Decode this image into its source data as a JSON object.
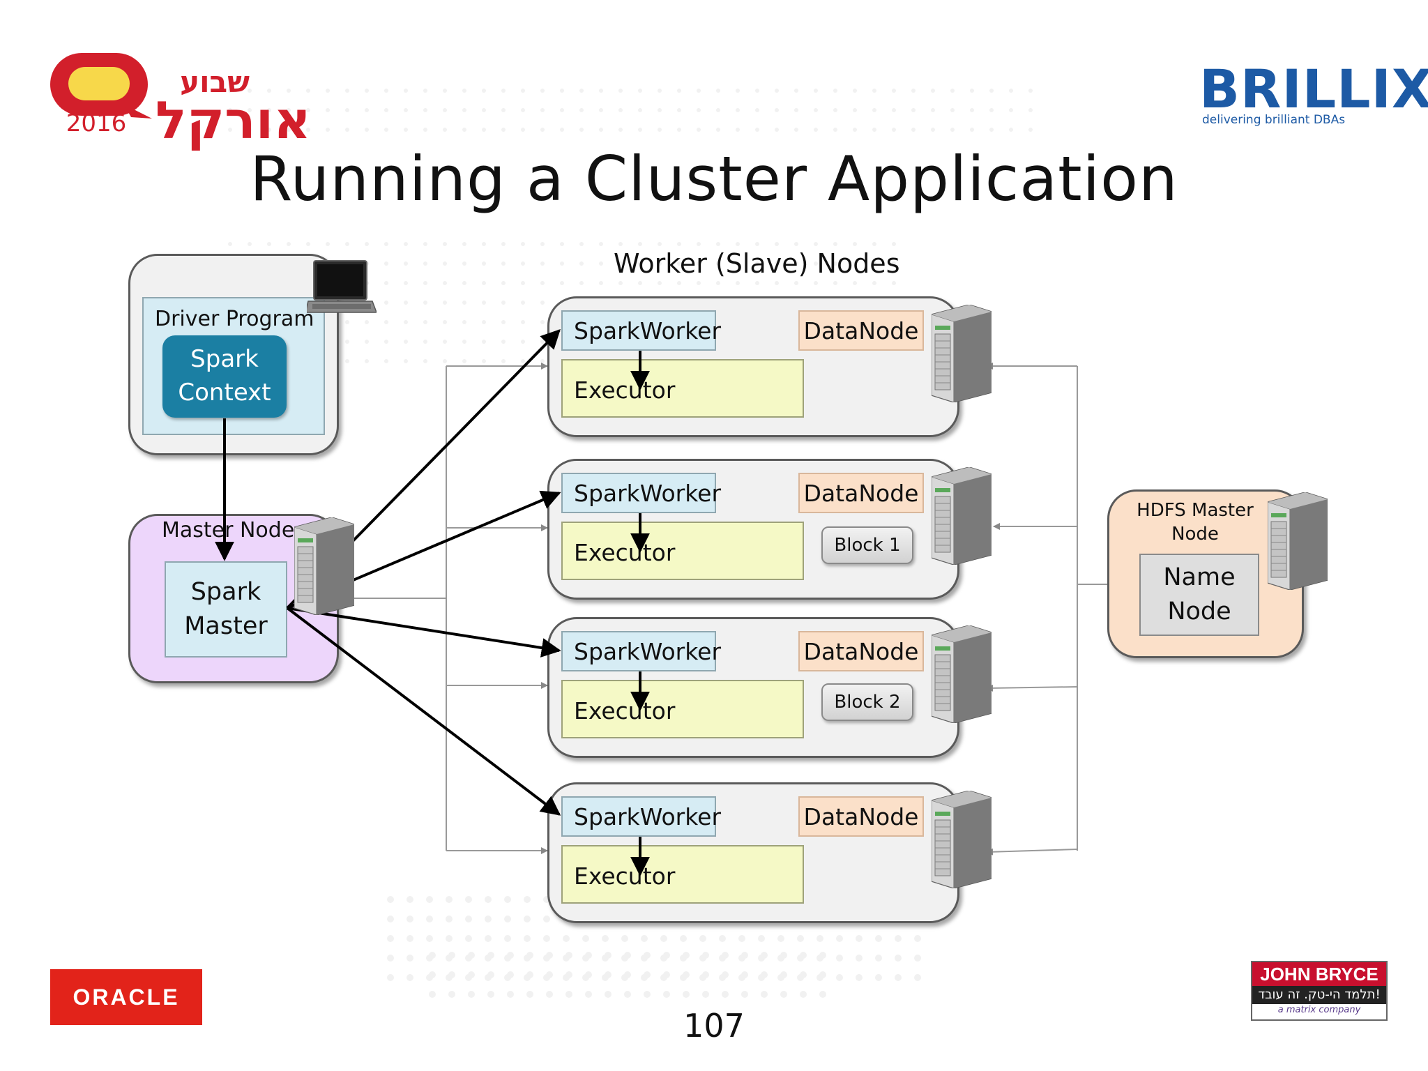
{
  "slide": {
    "title": "Running a Cluster Application",
    "page_number": "107"
  },
  "logos": {
    "event_logo_hebrew_top": "שבוע",
    "event_logo_hebrew_main": "אורקל",
    "event_logo_year": "2016",
    "brillix_name": "BRILLIX",
    "brillix_tagline": "delivering brilliant DBAs",
    "oracle_name": "ORACLE",
    "johnbryce_name": "JOHN BRYCE",
    "johnbryce_tagline_hebrew": "תלמד הי-טק. זה עובד!",
    "johnbryce_subtagline": "a matrix company"
  },
  "diagram": {
    "worker_nodes_label": "Worker (Slave) Nodes",
    "driver_program_label": "Driver Program",
    "spark_context_label": "Spark\nContext",
    "master_node_label": "Master Node",
    "spark_master_label": "Spark\nMaster",
    "hdfs_master_label": "HDFS Master\nNode",
    "name_node_label": "Name\nNode",
    "workers": [
      {
        "worker_label": "SparkWorker",
        "datanode_label": "DataNode",
        "executor_label": "Executor",
        "block_label": ""
      },
      {
        "worker_label": "SparkWorker",
        "datanode_label": "DataNode",
        "executor_label": "Executor",
        "block_label": "Block 1"
      },
      {
        "worker_label": "SparkWorker",
        "datanode_label": "DataNode",
        "executor_label": "Executor",
        "block_label": "Block 2"
      },
      {
        "worker_label": "SparkWorker",
        "datanode_label": "DataNode",
        "executor_label": "Executor",
        "block_label": ""
      }
    ]
  },
  "colors": {
    "event_logo_red": "#d21f2b",
    "event_logo_yellow": "#f7d84a",
    "brillix_blue": "#1d5aa5",
    "brillix_red": "#e31b23",
    "oracle_red": "#e2231a",
    "johnbryce_red": "#c8102e",
    "driver_fill": "#d6ecf4",
    "spark_context_fill": "#1b7fa3",
    "master_fill": "#edd6fb",
    "hdfs_fill": "#fbe0c9",
    "executor_fill": "#f5f9c6",
    "worker_card_fill": "#f1f1f1"
  },
  "icons": [
    "laptop-icon",
    "server-icon"
  ]
}
